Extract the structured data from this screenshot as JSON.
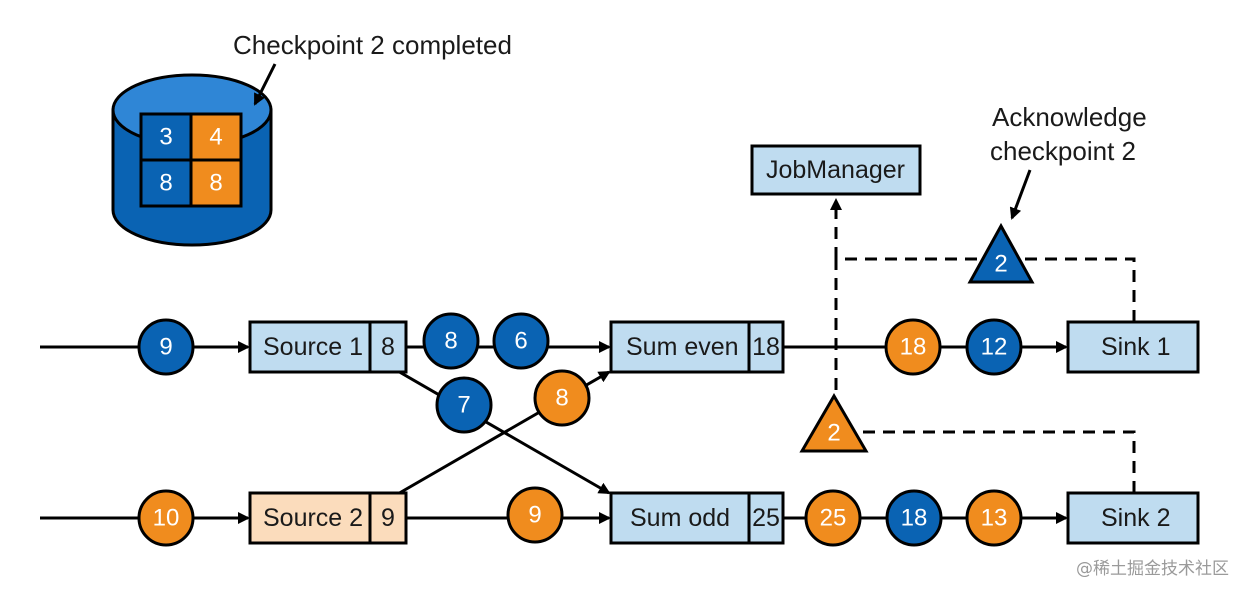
{
  "annotations": {
    "checkpoint_completed": "Checkpoint 2 completed",
    "acknowledge_line1": "Acknowledge",
    "acknowledge_line2": "checkpoint 2"
  },
  "storage": {
    "cells": [
      "3",
      "4",
      "8",
      "8"
    ]
  },
  "operators": {
    "source1": {
      "label": "Source 1",
      "state": "8"
    },
    "source2": {
      "label": "Source 2",
      "state": "9"
    },
    "sum_even": {
      "label": "Sum even",
      "state": "18"
    },
    "sum_odd": {
      "label": "Sum odd",
      "state": "25"
    },
    "sink1": {
      "label": "Sink 1"
    },
    "sink2": {
      "label": "Sink 2"
    },
    "job_manager": {
      "label": "JobManager"
    }
  },
  "records": {
    "src1_in": "9",
    "src2_in": "10",
    "s1_out_a": "8",
    "s1_out_b": "6",
    "cross_blue": "7",
    "cross_orange": "8",
    "s2_to_odd": "9",
    "even_out_a": "18",
    "even_out_b": "12",
    "odd_out_a": "25",
    "odd_out_b": "18",
    "odd_out_c": "13"
  },
  "barriers": {
    "ack_sink1": "2",
    "ack_sink2": "2"
  },
  "colors": {
    "blue": "#0a63b3",
    "orange": "#f08c1e",
    "box_blue": "#bfdcf0",
    "box_orange": "#fbdcbc",
    "db_blue": "#0a63b3"
  },
  "watermark": "@稀土掘金技术社区"
}
